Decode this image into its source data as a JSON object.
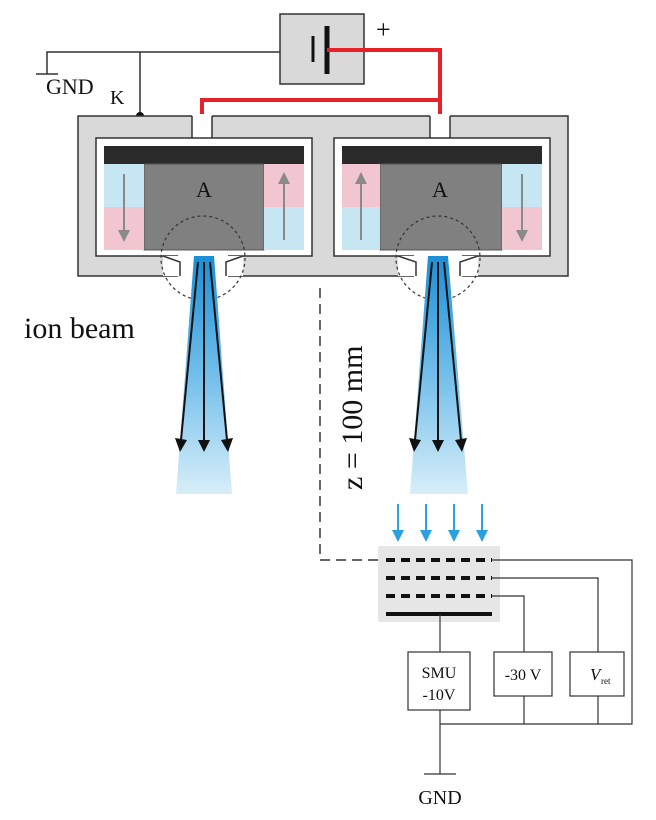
{
  "labels": {
    "gnd_top": "GND",
    "k": "K",
    "plus": "+",
    "anode_left": "A",
    "anode_right": "A",
    "ion_beam": "ion beam",
    "distance": "z = 100 mm",
    "smu_line1": "SMU",
    "smu_line2": "-10V",
    "minus30": "-30 V",
    "vret_main": "V",
    "vret_sub": "ret",
    "gnd_bottom": "GND"
  },
  "colors": {
    "housing": "#d9d9d9",
    "outline": "#333333",
    "anode": "#808080",
    "anode_cap": "#2a2a2a",
    "magnet_pink": "#f2c6d0",
    "magnet_blue": "#c6e6f4",
    "supply_wire": "#e8202a",
    "beam_top": "#1a8fd6",
    "beam_bottom": "#d8eef9",
    "arrow_blue": "#2aa0e0",
    "analyzer_box": "#e6e6e6"
  },
  "icons": {
    "battery": "battery-icon",
    "ground": "ground-icon",
    "magnet_arrow": "arrow-icon"
  }
}
